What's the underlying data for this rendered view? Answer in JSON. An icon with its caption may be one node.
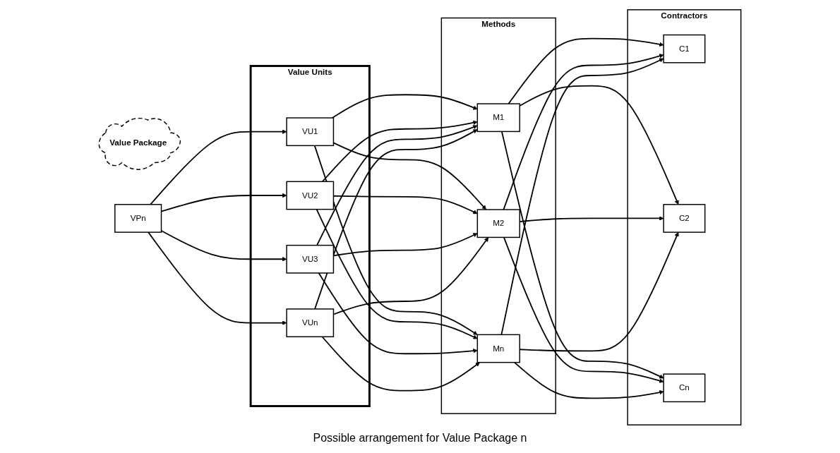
{
  "diagram": {
    "nodes": [
      {
        "text": [
          "Value Package"
        ]
      },
      {
        "text": [
          "VPn"
        ]
      },
      {
        "text": [
          "Value Units"
        ]
      },
      {
        "text": [
          "VU1"
        ],
        "in": 2
      },
      {
        "text": [
          "VU2"
        ],
        "in": 2
      },
      {
        "text": [
          "VU3"
        ],
        "in": 2
      },
      {
        "text": [
          "VUn"
        ],
        "in": 2
      },
      {
        "text": [
          "Methods"
        ]
      },
      {
        "text": [
          "M1"
        ],
        "in": 7
      },
      {
        "text": [
          "M2"
        ],
        "in": 7
      },
      {
        "text": [
          "Mn"
        ],
        "in": 7
      },
      {
        "text": [
          "Contractors"
        ]
      },
      {
        "text": [
          "C1"
        ],
        "in": 11
      },
      {
        "text": [
          "C2"
        ],
        "in": 11
      },
      {
        "text": [
          "Cn"
        ],
        "in": 11
      }
    ],
    "edges": [
      {
        "from": 1,
        "to": 3,
        "arrow": "to"
      },
      {
        "from": 1,
        "to": 4,
        "arrow": "to"
      },
      {
        "from": 1,
        "to": 5,
        "arrow": "to"
      },
      {
        "from": 1,
        "to": 6,
        "arrow": "to"
      },
      {
        "from": 3,
        "to": 8,
        "arrow": "to"
      },
      {
        "from": 3,
        "to": 9,
        "arrow": "to"
      },
      {
        "from": 3,
        "to": 10,
        "arrow": "to"
      },
      {
        "from": 4,
        "to": 8,
        "arrow": "to"
      },
      {
        "from": 4,
        "to": 9,
        "arrow": "to"
      },
      {
        "from": 4,
        "to": 10,
        "arrow": "to"
      },
      {
        "from": 5,
        "to": 8,
        "arrow": "to"
      },
      {
        "from": 5,
        "to": 9,
        "arrow": "to"
      },
      {
        "from": 5,
        "to": 10,
        "arrow": "to"
      },
      {
        "from": 6,
        "to": 8,
        "arrow": "to"
      },
      {
        "from": 6,
        "to": 9,
        "arrow": "to"
      },
      {
        "from": 6,
        "to": 10,
        "arrow": "to"
      },
      {
        "from": 8,
        "to": 12,
        "arrow": "to"
      },
      {
        "from": 8,
        "to": 13,
        "arrow": "to"
      },
      {
        "from": 8,
        "to": 14,
        "arrow": "to"
      },
      {
        "from": 9,
        "to": 12,
        "arrow": "to"
      },
      {
        "from": 9,
        "to": 13,
        "arrow": "to"
      },
      {
        "from": 9,
        "to": 14,
        "arrow": "to"
      },
      {
        "from": 10,
        "to": 12,
        "arrow": "to"
      },
      {
        "from": 10,
        "to": 13,
        "arrow": "to"
      },
      {
        "from": 10,
        "to": 14,
        "arrow": "to"
      }
    ],
    "labels": [
      "Possible arrangement for Value Package n"
    ]
  }
}
